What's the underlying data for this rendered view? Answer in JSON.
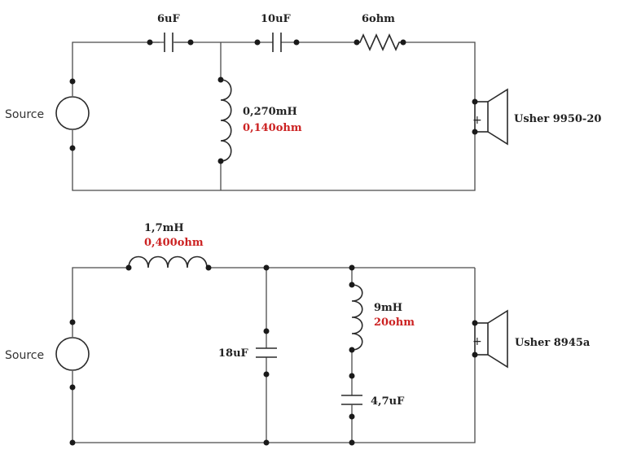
{
  "circuit_top": {
    "source_label": "Source",
    "cap1_label": "6uF",
    "cap2_label": "10uF",
    "resistor_label": "6ohm",
    "inductor_label": "0,270mH",
    "inductor_resistance": "0,140ohm",
    "speaker_label": "Usher 9950-20",
    "speaker_polarity": "+"
  },
  "circuit_bottom": {
    "source_label": "Source",
    "inductor_label": "1,7mH",
    "inductor_resistance": "0,400ohm",
    "cap_label": "18uF",
    "inductor2_label": "9mH",
    "inductor2_resistance": "20ohm",
    "cap2_label": "4,7uF",
    "speaker_label": "Usher 8945a",
    "speaker_polarity": "+"
  },
  "colors": {
    "wire": "#4a4a4a",
    "text": "#222222",
    "resistance_text": "#cc2222"
  }
}
